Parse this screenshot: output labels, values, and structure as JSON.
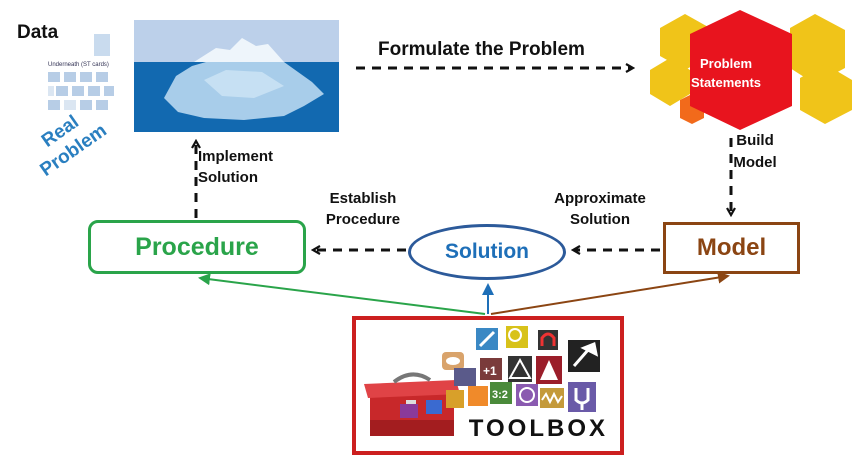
{
  "data_label": "Data",
  "real_problem": [
    "Real",
    "Problem"
  ],
  "data_document_caption": "Underneath (ST cards)",
  "formulate_label": "Formulate the Problem",
  "problem_statements": [
    "Problem",
    "Statements"
  ],
  "build_model": [
    "Build",
    "Model"
  ],
  "implement_solution": [
    "Implement",
    "Solution"
  ],
  "establish_procedure": [
    "Establish",
    "Procedure"
  ],
  "approximate_solution": [
    "Approximate",
    "Solution"
  ],
  "procedure_label": "Procedure",
  "solution_label": "Solution",
  "model_label": "Model",
  "toolbox_label": "TOOLBOX",
  "colors": {
    "procedure": "#2aa44a",
    "solution": "#2c5a9a",
    "model": "#8b4513",
    "toolbox_border": "#cc1f1f",
    "problem_hexagon": "#e8141e",
    "hexagon_accent": "#f0c419",
    "real_problem": "#2a7fc0"
  },
  "icons": [
    "iceberg-image",
    "toolbox-icon",
    "hexagon-cluster",
    "flashlight-icon",
    "magnifier-icon",
    "magnet-icon",
    "tuning-fork-icon",
    "ruler-icon"
  ]
}
